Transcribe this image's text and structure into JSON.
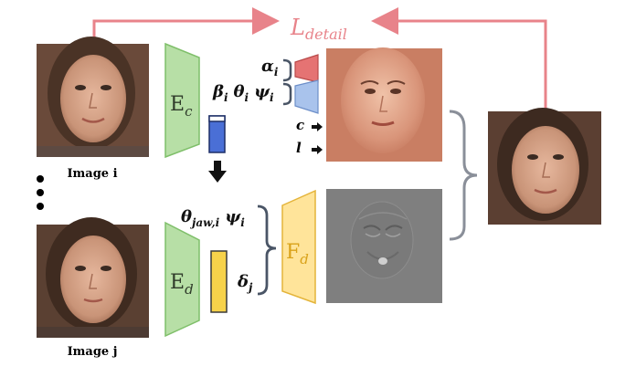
{
  "colors": {
    "loss_arrow": "#e8838a",
    "encoder_fill": "#b7dfa6",
    "encoder_stroke": "#7fbf6a",
    "decoder_fill": "#ffe49a",
    "decoder_stroke": "#e4b43a",
    "decoder_text": "#d9a21a",
    "code_blue": "#4a6fd6",
    "code_yellow": "#f7d24a",
    "alpha_red": "#e57373",
    "psi_blue": "#a9c3ec",
    "bracket": "#4a5566",
    "gray_bracket": "#8a8f99",
    "detail_gray": "#7f7f7f",
    "skin": "#d49178"
  },
  "loss": {
    "base": "L",
    "sub": "detail"
  },
  "images": {
    "image_i_label": "Image i",
    "image_j_label": "Image j",
    "ellipsis_icon": "vertical-dots-icon",
    "face_icon": "face-photo-icon"
  },
  "encoders": {
    "coarse": {
      "base": "E",
      "sub": "c"
    },
    "detail": {
      "base": "E",
      "sub": "d"
    }
  },
  "decoder": {
    "base": "F",
    "sub": "d"
  },
  "params": {
    "alpha": {
      "base": "α",
      "sub": "i"
    },
    "beta": {
      "base": "β",
      "sub": "i"
    },
    "theta": {
      "base": "θ",
      "sub": "i"
    },
    "psi": {
      "base": "ψ",
      "sub": "i"
    },
    "c": "c",
    "l": "l",
    "theta_jaw": {
      "base": "θ",
      "sub": "jaw,i"
    },
    "psi_i": {
      "base": "ψ",
      "sub": "i"
    },
    "delta": {
      "base": "δ",
      "sub": "j"
    }
  }
}
